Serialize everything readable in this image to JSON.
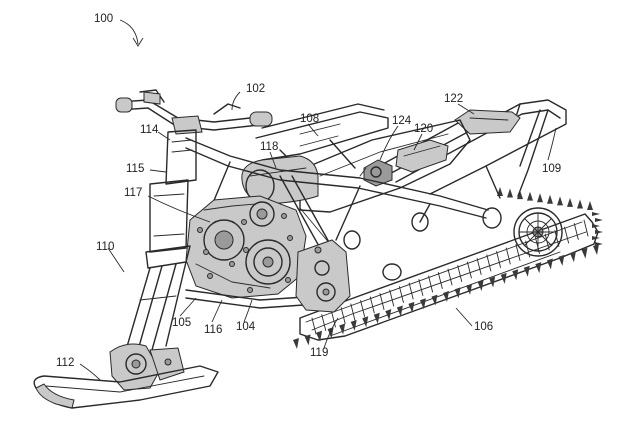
{
  "figure": {
    "ref_labels": [
      {
        "id": "100",
        "text": "100"
      },
      {
        "id": "102",
        "text": "102"
      },
      {
        "id": "104",
        "text": "104"
      },
      {
        "id": "105",
        "text": "105"
      },
      {
        "id": "106",
        "text": "106"
      },
      {
        "id": "108",
        "text": "108"
      },
      {
        "id": "109",
        "text": "109"
      },
      {
        "id": "110",
        "text": "110"
      },
      {
        "id": "112",
        "text": "112"
      },
      {
        "id": "114",
        "text": "114"
      },
      {
        "id": "115",
        "text": "115"
      },
      {
        "id": "116",
        "text": "116"
      },
      {
        "id": "117",
        "text": "117"
      },
      {
        "id": "118",
        "text": "118"
      },
      {
        "id": "119",
        "text": "119"
      },
      {
        "id": "120",
        "text": "120"
      },
      {
        "id": "122",
        "text": "122"
      },
      {
        "id": "124",
        "text": "124"
      }
    ]
  }
}
